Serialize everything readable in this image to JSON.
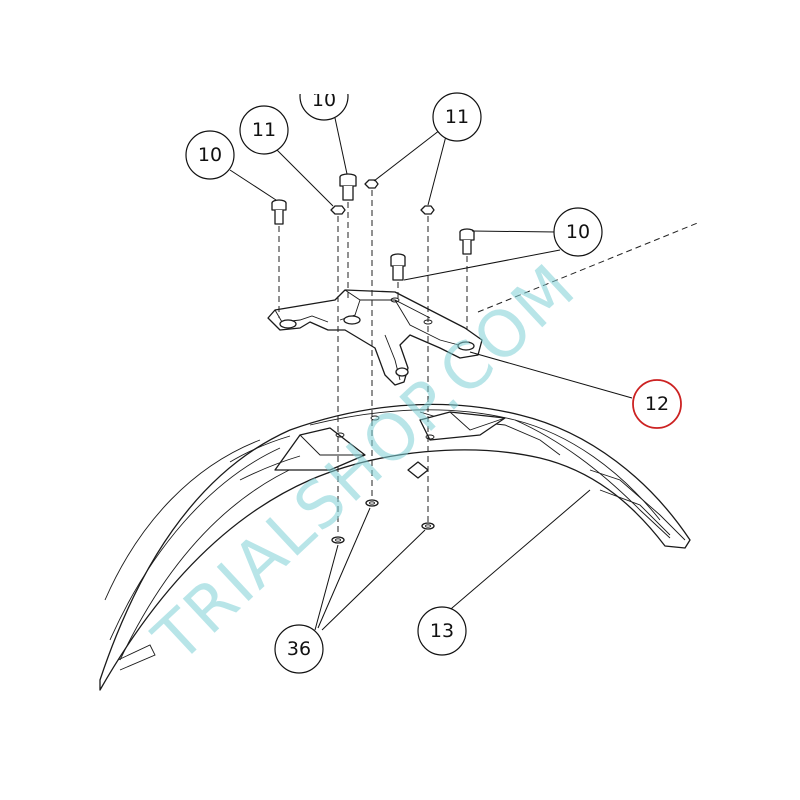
{
  "watermark": "TRIALSHOP.COM",
  "highlight_color": "#cc2222",
  "callouts": {
    "c10_top": "10",
    "c11_left": "11",
    "c10_left": "10",
    "c11_right": "11",
    "c10_right": "10",
    "c12": "12",
    "c13": "13",
    "c36": "36"
  }
}
